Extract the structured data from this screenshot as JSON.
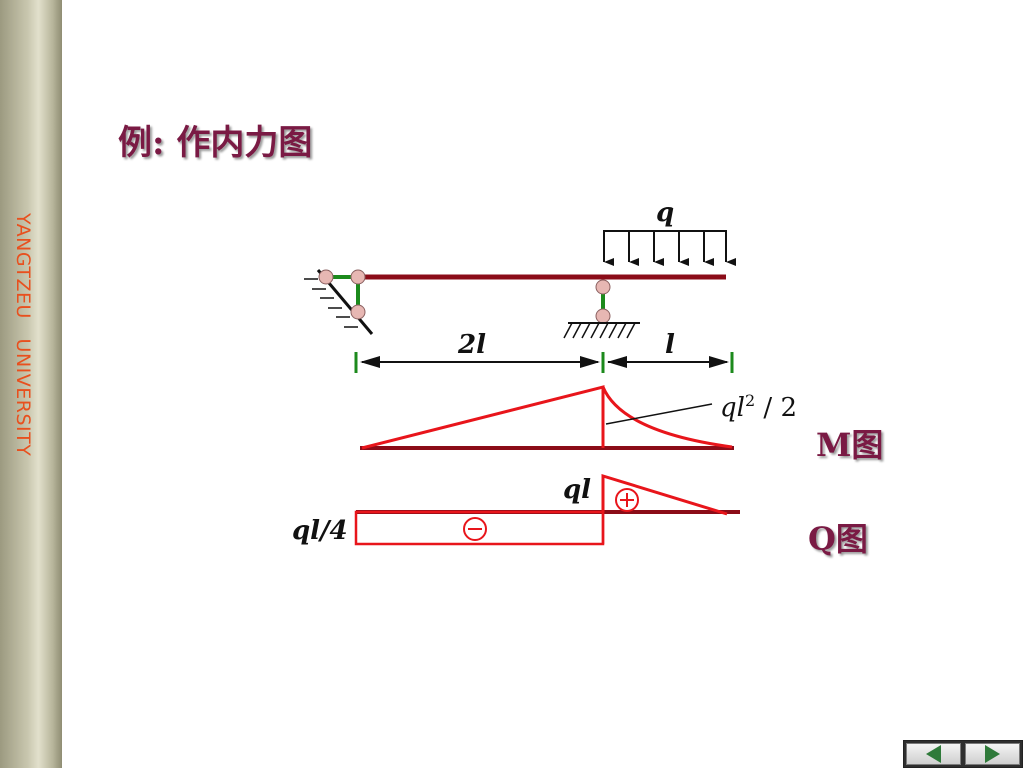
{
  "sidebar": {
    "text": "YANGTZEU   UNIVERSITY"
  },
  "title": "例: 作内力图",
  "beam": {
    "load_label": "q",
    "span_left_label": "2l",
    "span_right_label": "l"
  },
  "moment": {
    "value_label_base": "ql",
    "value_label_exp": "2",
    "value_label_div": " / 2",
    "diagram_label": "M图"
  },
  "shear": {
    "left_value_label": "ql/4",
    "right_value_label": "ql",
    "diagram_label": "Q图",
    "positive_sign": "+",
    "negative_sign": "−"
  },
  "colors": {
    "beam": "#8b0c18",
    "diagram": "#e8151b",
    "support": "#1c8a1c",
    "title": "#7a1a44",
    "sidebar_text": "#e8501e"
  },
  "nav": {
    "prev": "previous-slide",
    "next": "next-slide"
  }
}
